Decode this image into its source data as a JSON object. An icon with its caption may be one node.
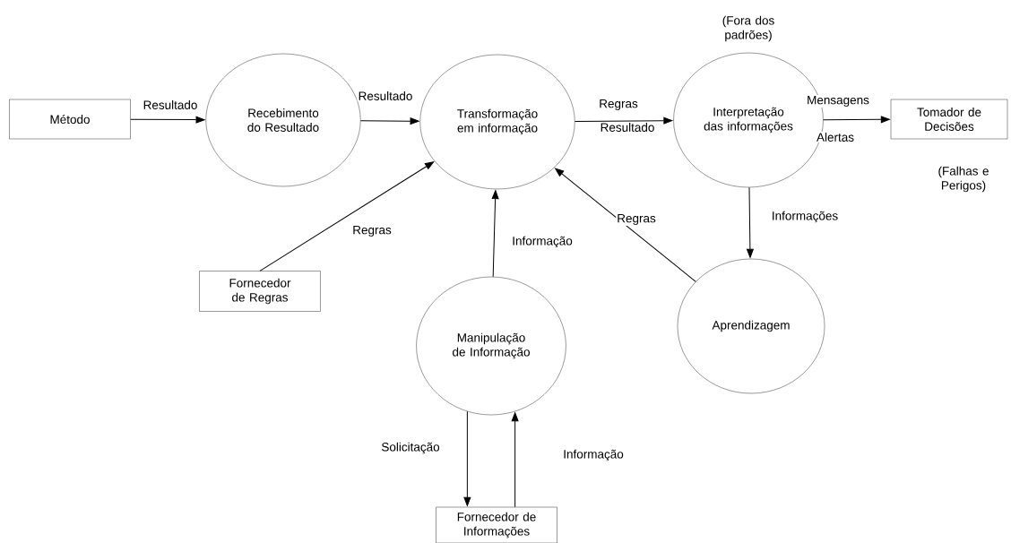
{
  "diagram": {
    "nodes": [
      {
        "text": [
          "Método"
        ]
      },
      {
        "text": [
          "Recebimento do Resultado"
        ]
      },
      {
        "text": [
          "Transformação em informação"
        ]
      },
      {
        "text": [
          "Interpretação das informações"
        ],
        "beside": [
          "(Fora dos padrões)"
        ]
      },
      {
        "text": [
          "Tomador de Decisões"
        ],
        "beside": [
          "(Falhas e Perigos)"
        ]
      },
      {
        "text": [
          "Fornecedor de Regras"
        ]
      },
      {
        "text": [
          "Aprendizagem"
        ]
      },
      {
        "text": [
          "Manipulação de Informação"
        ]
      },
      {
        "text": [
          "Fornecedor de Informações"
        ]
      }
    ],
    "edges": [
      {
        "from": 0,
        "to": 1,
        "arrow": "to",
        "label": "Resultado"
      },
      {
        "from": 1,
        "to": 2,
        "arrow": "to",
        "label": "Resultado"
      },
      {
        "from": 2,
        "to": 3,
        "arrow": "to",
        "label": "Regras"
      },
      {
        "from": 3,
        "to": 4,
        "arrow": "to",
        "label": "Mensagens"
      },
      {
        "from": 3,
        "to": 6,
        "arrow": "to",
        "label": "Informações"
      },
      {
        "from": 6,
        "to": 2,
        "arrow": "to",
        "label": "Regras"
      },
      {
        "from": 5,
        "to": 2,
        "arrow": "to",
        "label": "Regras"
      },
      {
        "from": 7,
        "to": 2,
        "arrow": "to",
        "label": "Informação"
      },
      {
        "from": 7,
        "to": 8,
        "arrow": "to",
        "label": "Solicitação"
      },
      {
        "from": 8,
        "to": 7,
        "arrow": "to",
        "label": "Informação"
      }
    ],
    "labels": [
      "Resultado",
      "Alertas"
    ]
  }
}
